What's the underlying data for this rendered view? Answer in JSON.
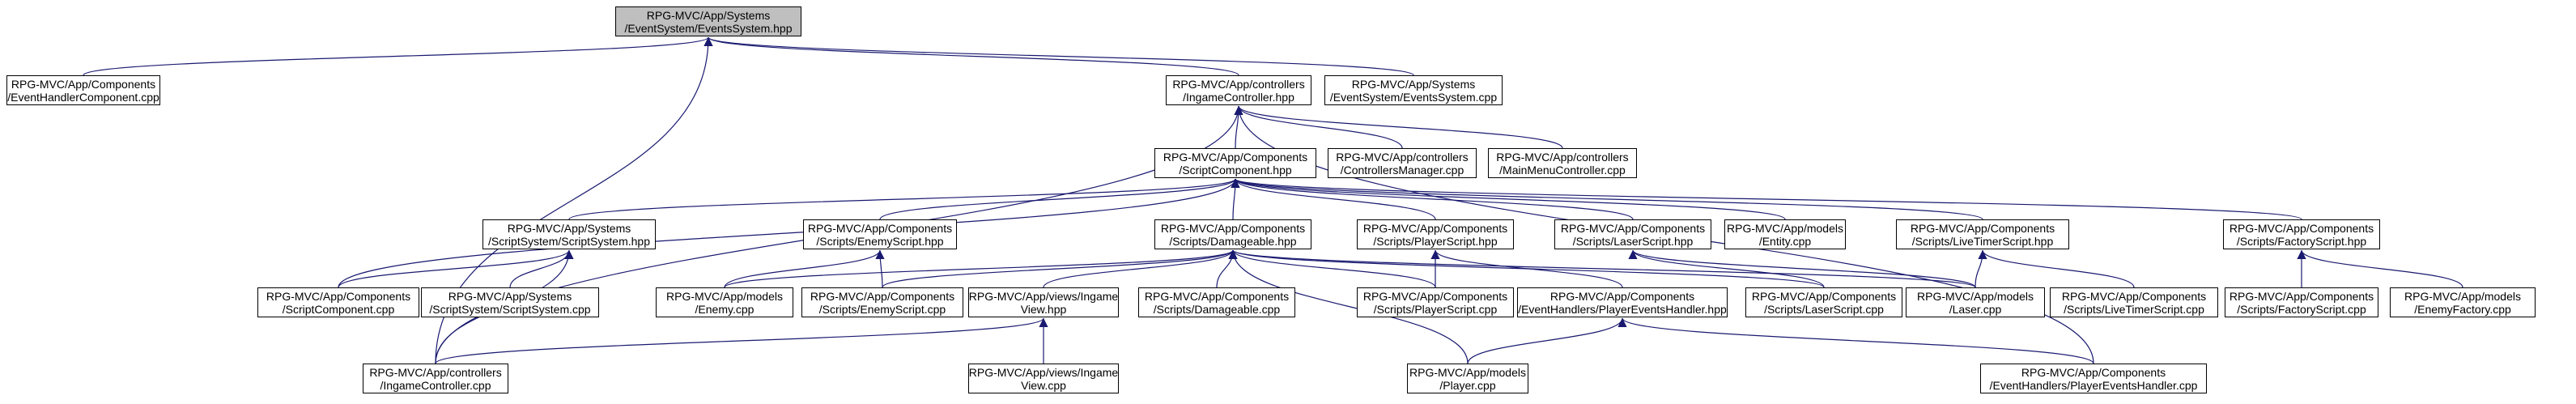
{
  "colors": {
    "edge": "#191970",
    "node_border": "#000000",
    "node_fill": "#ffffff",
    "focus_fill": "#bfbfbf",
    "text": "#000000"
  },
  "nodes": {
    "events_system_hpp": {
      "line1": "RPG-MVC/App/Systems",
      "line2": "/EventSystem/EventsSystem.hpp",
      "focus": true
    },
    "event_handler_component_cpp": {
      "line1": "RPG-MVC/App/Components",
      "line2": "/EventHandlerComponent.cpp"
    },
    "ingame_controller_hpp": {
      "line1": "RPG-MVC/App/controllers",
      "line2": "/IngameController.hpp"
    },
    "events_system_cpp": {
      "line1": "RPG-MVC/App/Systems",
      "line2": "/EventSystem/EventsSystem.cpp"
    },
    "script_component_hpp": {
      "line1": "RPG-MVC/App/Components",
      "line2": "/ScriptComponent.hpp"
    },
    "controllers_manager_cpp": {
      "line1": "RPG-MVC/App/controllers",
      "line2": "/ControllersManager.cpp"
    },
    "main_menu_controller_cpp": {
      "line1": "RPG-MVC/App/controllers",
      "line2": "/MainMenuController.cpp"
    },
    "script_system_hpp": {
      "line1": "RPG-MVC/App/Systems",
      "line2": "/ScriptSystem/ScriptSystem.hpp"
    },
    "enemy_script_hpp": {
      "line1": "RPG-MVC/App/Components",
      "line2": "/Scripts/EnemyScript.hpp"
    },
    "damageable_hpp": {
      "line1": "RPG-MVC/App/Components",
      "line2": "/Scripts/Damageable.hpp"
    },
    "player_script_hpp": {
      "line1": "RPG-MVC/App/Components",
      "line2": "/Scripts/PlayerScript.hpp"
    },
    "laser_script_hpp": {
      "line1": "RPG-MVC/App/Components",
      "line2": "/Scripts/LaserScript.hpp"
    },
    "entity_cpp": {
      "line1": "RPG-MVC/App/models",
      "line2": "/Entity.cpp"
    },
    "live_timer_script_hpp": {
      "line1": "RPG-MVC/App/Components",
      "line2": "/Scripts/LiveTimerScript.hpp"
    },
    "factory_script_hpp": {
      "line1": "RPG-MVC/App/Components",
      "line2": "/Scripts/FactoryScript.hpp"
    },
    "script_component_cpp": {
      "line1": "RPG-MVC/App/Components",
      "line2": "/ScriptComponent.cpp"
    },
    "script_system_cpp": {
      "line1": "RPG-MVC/App/Systems",
      "line2": "/ScriptSystem/ScriptSystem.cpp"
    },
    "enemy_cpp": {
      "line1": "RPG-MVC/App/models",
      "line2": "/Enemy.cpp"
    },
    "enemy_script_cpp": {
      "line1": "RPG-MVC/App/Components",
      "line2": "/Scripts/EnemyScript.cpp"
    },
    "ingame_view_hpp": {
      "line1": "RPG-MVC/App/views/Ingame",
      "line2": "View.hpp"
    },
    "damageable_cpp": {
      "line1": "RPG-MVC/App/Components",
      "line2": "/Scripts/Damageable.cpp"
    },
    "player_script_cpp": {
      "line1": "RPG-MVC/App/Components",
      "line2": "/Scripts/PlayerScript.cpp"
    },
    "player_events_handler_hpp": {
      "line1": "RPG-MVC/App/Components",
      "line2": "/EventHandlers/PlayerEventsHandler.hpp"
    },
    "laser_script_cpp": {
      "line1": "RPG-MVC/App/Components",
      "line2": "/Scripts/LaserScript.cpp"
    },
    "laser_cpp": {
      "line1": "RPG-MVC/App/models",
      "line2": "/Laser.cpp"
    },
    "live_timer_script_cpp": {
      "line1": "RPG-MVC/App/Components",
      "line2": "/Scripts/LiveTimerScript.cpp"
    },
    "factory_script_cpp": {
      "line1": "RPG-MVC/App/Components",
      "line2": "/Scripts/FactoryScript.cpp"
    },
    "enemy_factory_cpp": {
      "line1": "RPG-MVC/App/models",
      "line2": "/EnemyFactory.cpp"
    },
    "ingame_controller_cpp": {
      "line1": "RPG-MVC/App/controllers",
      "line2": "/IngameController.cpp"
    },
    "ingame_view_cpp": {
      "line1": "RPG-MVC/App/views/Ingame",
      "line2": "View.cpp"
    },
    "player_cpp": {
      "line1": "RPG-MVC/App/models",
      "line2": "/Player.cpp"
    },
    "player_events_handler_cpp": {
      "line1": "RPG-MVC/App/Components",
      "line2": "/EventHandlers/PlayerEventsHandler.cpp"
    }
  },
  "edges": [
    {
      "from": "event_handler_component_cpp",
      "to": "events_system_hpp"
    },
    {
      "from": "ingame_controller_hpp",
      "to": "events_system_hpp"
    },
    {
      "from": "events_system_cpp",
      "to": "events_system_hpp"
    },
    {
      "from": "ingame_controller_cpp",
      "to": "events_system_hpp"
    },
    {
      "from": "script_component_hpp",
      "to": "ingame_controller_hpp"
    },
    {
      "from": "controllers_manager_cpp",
      "to": "ingame_controller_hpp"
    },
    {
      "from": "main_menu_controller_cpp",
      "to": "ingame_controller_hpp"
    },
    {
      "from": "ingame_controller_cpp",
      "to": "ingame_controller_hpp"
    },
    {
      "from": "player_events_handler_cpp",
      "to": "ingame_controller_hpp"
    },
    {
      "from": "script_system_hpp",
      "to": "script_component_hpp"
    },
    {
      "from": "enemy_script_hpp",
      "to": "script_component_hpp"
    },
    {
      "from": "damageable_hpp",
      "to": "script_component_hpp"
    },
    {
      "from": "player_script_hpp",
      "to": "script_component_hpp"
    },
    {
      "from": "laser_script_hpp",
      "to": "script_component_hpp"
    },
    {
      "from": "entity_cpp",
      "to": "script_component_hpp"
    },
    {
      "from": "live_timer_script_hpp",
      "to": "script_component_hpp"
    },
    {
      "from": "factory_script_hpp",
      "to": "script_component_hpp"
    },
    {
      "from": "script_component_cpp",
      "to": "script_component_hpp"
    },
    {
      "from": "script_component_cpp",
      "to": "script_system_hpp"
    },
    {
      "from": "script_system_cpp",
      "to": "script_system_hpp"
    },
    {
      "from": "ingame_controller_cpp",
      "to": "script_system_hpp"
    },
    {
      "from": "enemy_cpp",
      "to": "enemy_script_hpp"
    },
    {
      "from": "enemy_script_cpp",
      "to": "enemy_script_hpp"
    },
    {
      "from": "enemy_cpp",
      "to": "damageable_hpp"
    },
    {
      "from": "enemy_script_cpp",
      "to": "damageable_hpp"
    },
    {
      "from": "ingame_view_hpp",
      "to": "damageable_hpp"
    },
    {
      "from": "damageable_cpp",
      "to": "damageable_hpp"
    },
    {
      "from": "player_script_cpp",
      "to": "damageable_hpp"
    },
    {
      "from": "player_cpp",
      "to": "damageable_hpp"
    },
    {
      "from": "laser_script_cpp",
      "to": "damageable_hpp"
    },
    {
      "from": "laser_cpp",
      "to": "damageable_hpp"
    },
    {
      "from": "player_script_cpp",
      "to": "player_script_hpp"
    },
    {
      "from": "player_events_handler_hpp",
      "to": "player_script_hpp"
    },
    {
      "from": "laser_script_cpp",
      "to": "laser_script_hpp"
    },
    {
      "from": "laser_cpp",
      "to": "laser_script_hpp"
    },
    {
      "from": "laser_cpp",
      "to": "live_timer_script_hpp"
    },
    {
      "from": "live_timer_script_cpp",
      "to": "live_timer_script_hpp"
    },
    {
      "from": "factory_script_cpp",
      "to": "factory_script_hpp"
    },
    {
      "from": "enemy_factory_cpp",
      "to": "factory_script_hpp"
    },
    {
      "from": "ingame_controller_cpp",
      "to": "ingame_view_hpp"
    },
    {
      "from": "ingame_view_cpp",
      "to": "ingame_view_hpp"
    },
    {
      "from": "player_cpp",
      "to": "player_events_handler_hpp"
    },
    {
      "from": "player_events_handler_cpp",
      "to": "player_events_handler_hpp"
    }
  ]
}
